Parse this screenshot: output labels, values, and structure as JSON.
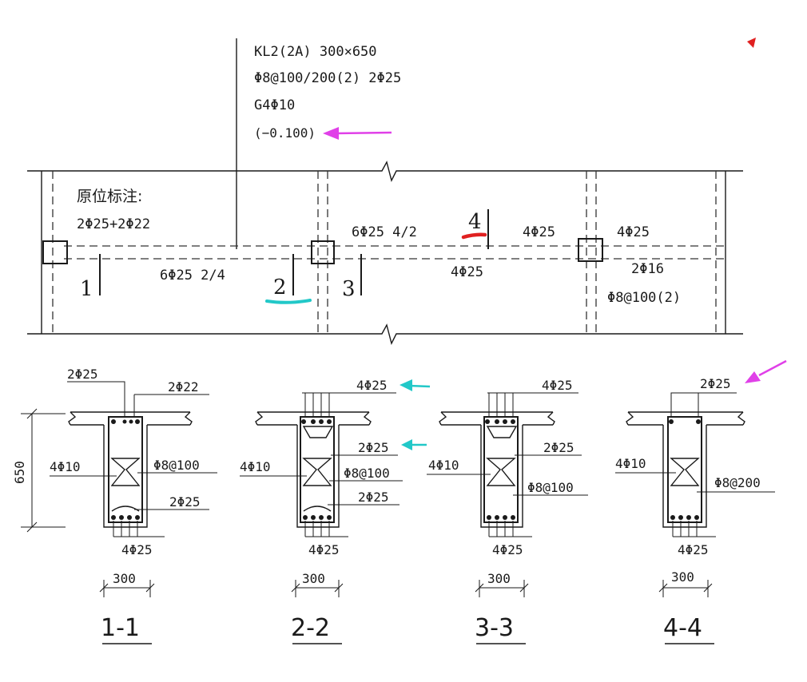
{
  "colors": {
    "magenta": "#e040e8",
    "cyan": "#22c8c8",
    "red": "#e02020",
    "ink": "#1a1a1a"
  },
  "plan": {
    "header": {
      "line1": "KL2(2A)  300×650",
      "line2": "Φ8@100/200(2) 2Φ25",
      "line3": "G4Φ10",
      "line4": "(−0.100)"
    },
    "in_situ_title": "原位标注:",
    "in_situ_value": "2Φ25+2Φ22",
    "span1_bottom": "6Φ25  2/4",
    "span2_top": "6Φ25  4/2",
    "span2_bottom": "4Φ25",
    "support_right_left": "4Φ25",
    "support_right_right": "4Φ25",
    "cantilever_bottom": "2Φ16",
    "cantilever_stirrup": "Φ8@100(2)",
    "mark1": "1",
    "mark2": "2",
    "mark3": "3",
    "mark4": "4"
  },
  "sections": [
    {
      "top1": "2Φ25",
      "top2": "2Φ22",
      "side": "4Φ10",
      "stirrup": "Φ8@100",
      "bottom_upper": "2Φ25",
      "bottom": "4Φ25",
      "width": "300",
      "name": "1-1",
      "height": "650"
    },
    {
      "top1": "4Φ25",
      "top2": "2Φ25",
      "side": "4Φ10",
      "stirrup": "Φ8@100",
      "bottom_upper": "2Φ25",
      "bottom": "4Φ25",
      "width": "300",
      "name": "2-2"
    },
    {
      "top1": "4Φ25",
      "top2": "2Φ25",
      "side": "4Φ10",
      "stirrup": "Φ8@100",
      "bottom": "4Φ25",
      "width": "300",
      "name": "3-3"
    },
    {
      "top1": "2Φ25",
      "side": "4Φ10",
      "stirrup": "Φ8@200",
      "bottom": "4Φ25",
      "width": "300",
      "name": "4-4"
    }
  ]
}
